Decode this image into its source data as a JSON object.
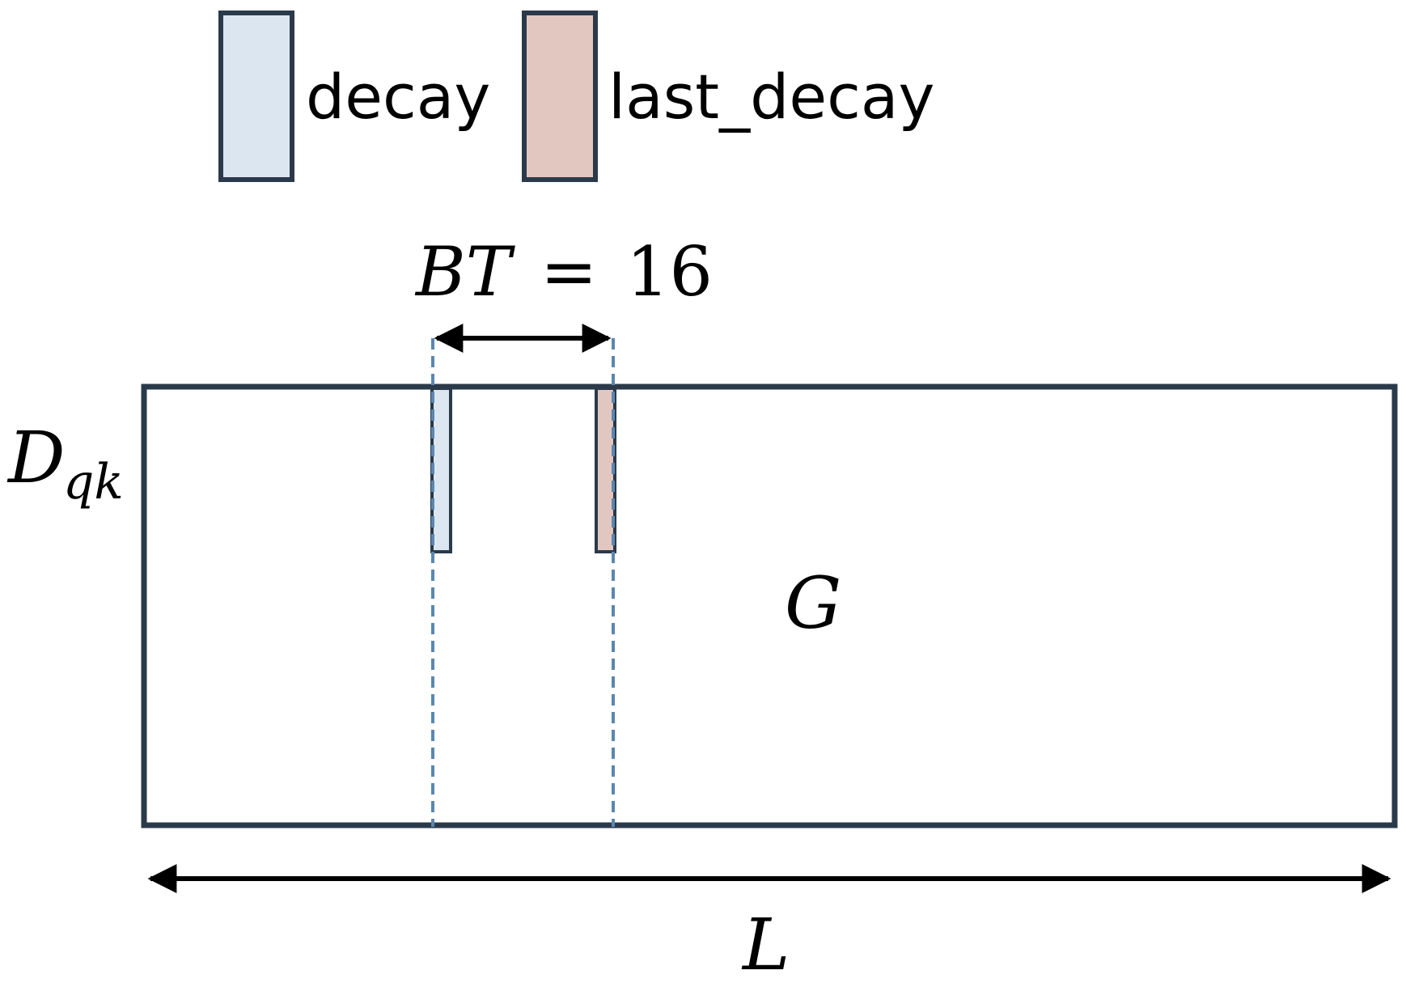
{
  "legend": {
    "items": [
      {
        "label": "decay",
        "fill": "#dce6f0"
      },
      {
        "label": "last_decay",
        "fill": "#e2c7c0"
      }
    ]
  },
  "block_size": {
    "symbol": "BT",
    "equals": "=",
    "value": "16"
  },
  "matrix": {
    "label": "G",
    "row_label": "D",
    "row_label_sub": "qk",
    "col_label": "L"
  },
  "colors": {
    "outline": "#2b3a4a",
    "dashed_guide": "#5b87b0",
    "arrow": "#000000",
    "decay_fill": "#dce6f0",
    "last_decay_fill": "#e2c7c0"
  }
}
